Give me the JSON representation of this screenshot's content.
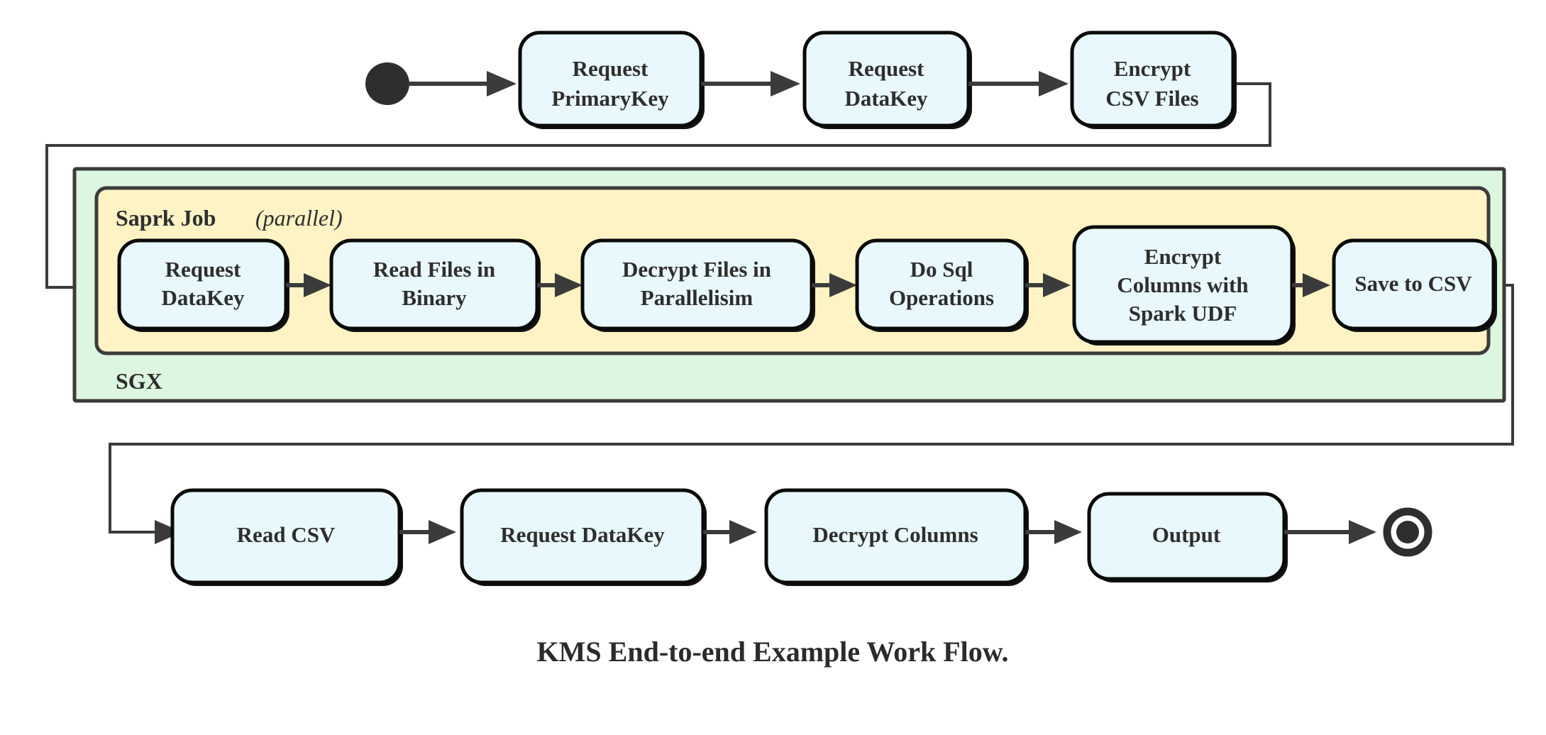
{
  "diagram": {
    "caption": "KMS End-to-end Example Work Flow.",
    "colors": {
      "node_fill": "#e9f8fc",
      "node_stroke": "#0a0a0a",
      "sgx_fill": "#ddf6df",
      "spark_fill": "#fdf3c4",
      "edge": "#3b3b3b",
      "text": "#2e2e2e",
      "background": "#ffffff"
    },
    "groups": {
      "sgx": {
        "label": "SGX"
      },
      "spark": {
        "label": "Saprk Job",
        "qualifier": "(parallel)"
      }
    },
    "markers": {
      "start": "start-node",
      "end": "end-node"
    },
    "rows": {
      "top": {
        "nodes": [
          {
            "id": "request-primarykey",
            "line1": "Request",
            "line2": "PrimaryKey"
          },
          {
            "id": "request-datakey-top",
            "line1": "Request",
            "line2": "DataKey"
          },
          {
            "id": "encrypt-csv-files",
            "line1": "Encrypt",
            "line2": "CSV Files"
          }
        ]
      },
      "middle": {
        "nodes": [
          {
            "id": "request-datakey-spark",
            "line1": "Request",
            "line2": "DataKey",
            "line3": ""
          },
          {
            "id": "read-files-in-binary",
            "line1": "Read Files in",
            "line2": "Binary",
            "line3": ""
          },
          {
            "id": "decrypt-files-in-parallelisim",
            "line1": "Decrypt Files in",
            "line2": "Parallelisim",
            "line3": ""
          },
          {
            "id": "do-sql-operations",
            "line1": "Do Sql",
            "line2": "Operations",
            "line3": ""
          },
          {
            "id": "encrypt-columns-with-spark-udf",
            "line1": "Encrypt",
            "line2": "Columns with",
            "line3": "Spark UDF"
          },
          {
            "id": "save-to-csv",
            "line1": "Save to CSV",
            "line2": "",
            "line3": ""
          }
        ]
      },
      "bottom": {
        "nodes": [
          {
            "id": "read-csv",
            "line1": "Read CSV",
            "line2": ""
          },
          {
            "id": "request-datakey-bottom",
            "line1": "Request DataKey",
            "line2": ""
          },
          {
            "id": "decrypt-columns",
            "line1": "Decrypt Columns",
            "line2": ""
          },
          {
            "id": "output",
            "line1": "Output",
            "line2": ""
          }
        ]
      }
    }
  }
}
